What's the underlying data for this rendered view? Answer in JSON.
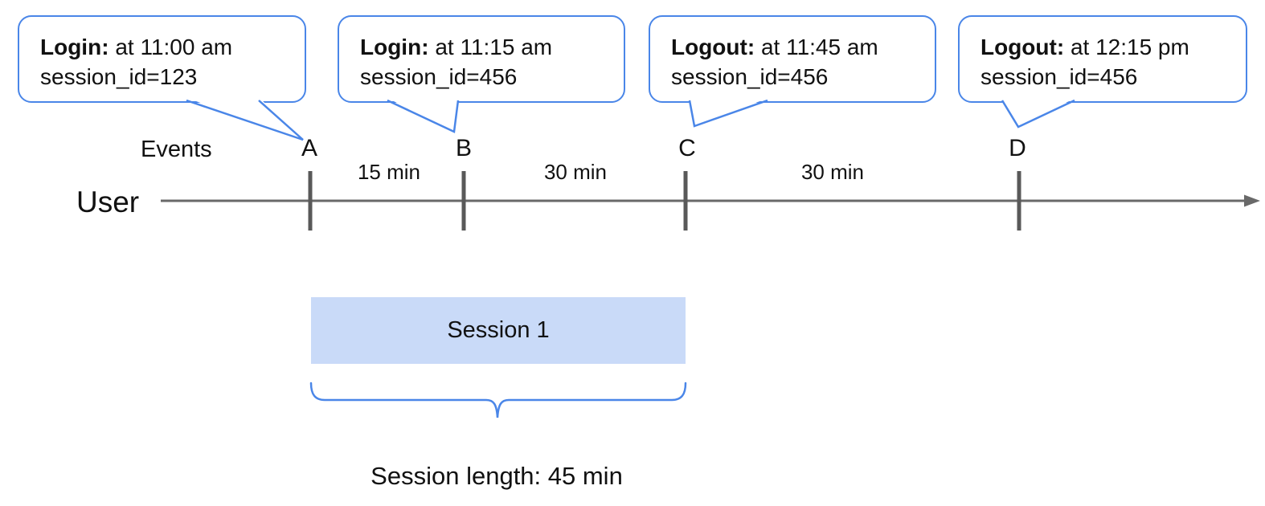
{
  "callouts": [
    {
      "event_type": "Login:",
      "time_text": "at 11:00 am",
      "session_text": "session_id=123"
    },
    {
      "event_type": "Login:",
      "time_text": "at 11:15 am",
      "session_text": "session_id=456"
    },
    {
      "event_type": "Logout:",
      "time_text": "at 11:45 am",
      "session_text": "session_id=456"
    },
    {
      "event_type": "Logout:",
      "time_text": "at 12:15 pm",
      "session_text": "session_id=456"
    }
  ],
  "timeline": {
    "events_label": "Events",
    "user_label": "User",
    "markers": [
      "A",
      "B",
      "C",
      "D"
    ],
    "intervals": [
      "15 min",
      "30 min",
      "30 min"
    ]
  },
  "session": {
    "box_label": "Session 1",
    "length_label": "Session length: 45 min"
  },
  "colors": {
    "callout_border_blue": "#4a86e8",
    "session_fill_blue": "#c9daf8",
    "axis_gray": "#696969",
    "tick_gray": "#595959"
  }
}
